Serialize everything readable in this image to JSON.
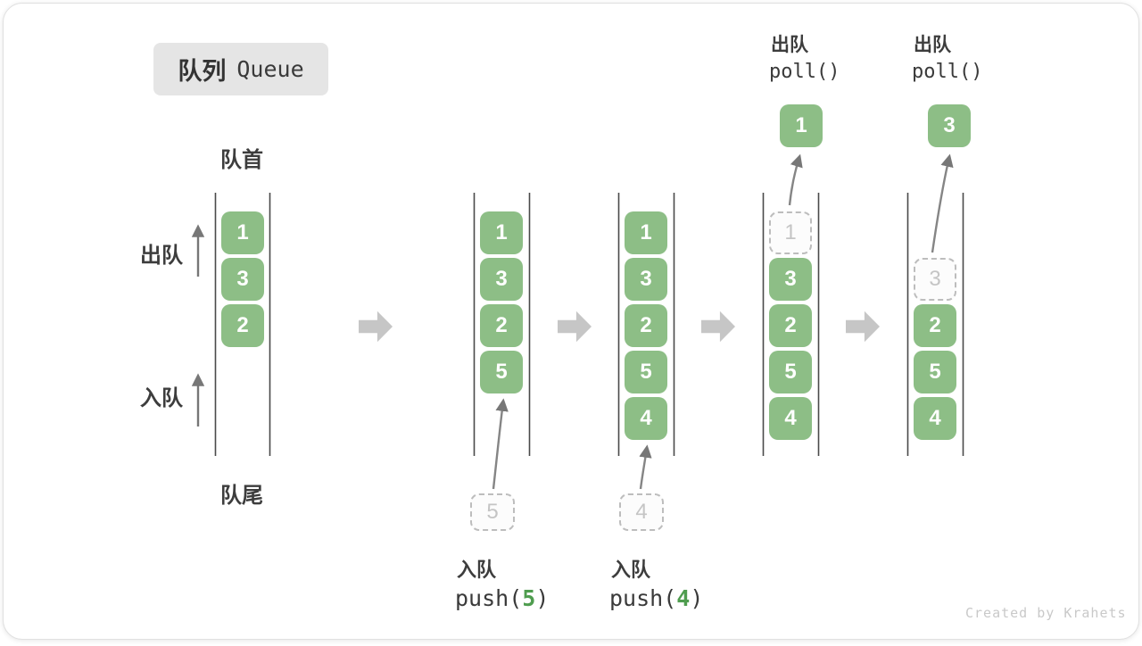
{
  "title": {
    "zh": "队列",
    "en": "Queue"
  },
  "side_labels": {
    "front": "队首",
    "rear": "队尾",
    "dequeue": "出队",
    "enqueue": "入队"
  },
  "states": [
    {
      "boxes": [
        "1",
        "3",
        "2"
      ]
    },
    {
      "boxes": [
        "1",
        "3",
        "2",
        "5"
      ],
      "incoming": "5"
    },
    {
      "boxes": [
        "1",
        "3",
        "2",
        "5",
        "4"
      ],
      "incoming": "4"
    },
    {
      "boxes": [
        "3",
        "2",
        "5",
        "4"
      ],
      "ghost": "1",
      "polled": "1"
    },
    {
      "boxes": [
        "2",
        "5",
        "4"
      ],
      "ghost": "3",
      "polled": "3"
    }
  ],
  "operations": {
    "push5": {
      "label": "入队",
      "fn": "push(",
      "arg": "5",
      "close": ")"
    },
    "push4": {
      "label": "入队",
      "fn": "push(",
      "arg": "4",
      "close": ")"
    },
    "poll1": {
      "label": "出队",
      "code": "poll()"
    },
    "poll2": {
      "label": "出队",
      "code": "poll()"
    }
  },
  "watermark": "Created by Krahets",
  "colors": {
    "box-green": "#8dbe86",
    "accent-green": "#4f9d4f",
    "ghost-border": "#bdbdbd",
    "ghost-text": "#c5c5c5",
    "arrow-gray": "#858585",
    "block-arrow-gray": "#c6c6c6",
    "line-dark": "#4a4a4a",
    "text-dark": "#3d3d3d",
    "title-bg": "#e5e5e5",
    "watermark-gray": "#c9c9c9"
  }
}
